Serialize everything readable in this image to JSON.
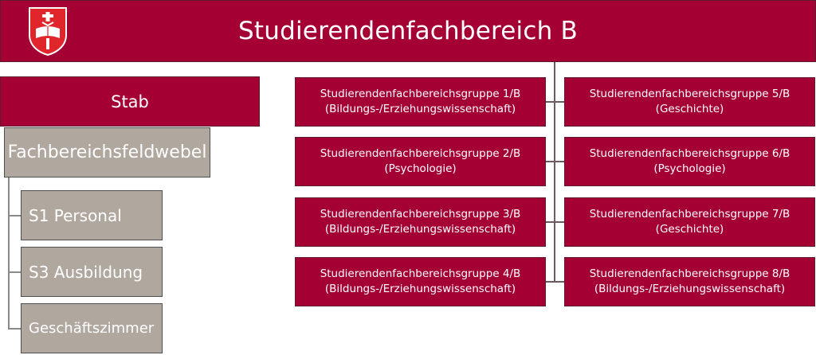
{
  "colors": {
    "crimson": "#a50034",
    "taupe": "#b0a79f",
    "text": "#ffffff"
  },
  "header": {
    "title": "Studierendenfachbereich B",
    "logo_icon": "coat-of-arms-icon"
  },
  "stab": {
    "label": "Stab"
  },
  "staff": {
    "head": "Fachbereichsfeldwebel",
    "sections": [
      "S1 Personal",
      "S3 Ausbildung",
      "Geschäftszimmer"
    ]
  },
  "groups": [
    {
      "name": "Studierendenfachbereichsgruppe 1/B",
      "subject": "(Bildungs-/Erziehungswissenschaft)"
    },
    {
      "name": "Studierendenfachbereichsgruppe 2/B",
      "subject": "(Psychologie)"
    },
    {
      "name": "Studierendenfachbereichsgruppe 3/B",
      "subject": "(Bildungs-/Erziehungswissenschaft)"
    },
    {
      "name": "Studierendenfachbereichsgruppe 4/B",
      "subject": "(Bildungs-/Erziehungswissenschaft)"
    },
    {
      "name": "Studierendenfachbereichsgruppe 5/B",
      "subject": "(Geschichte)"
    },
    {
      "name": "Studierendenfachbereichsgruppe 6/B",
      "subject": "(Psychologie)"
    },
    {
      "name": "Studierendenfachbereichsgruppe 7/B",
      "subject": "(Geschichte)"
    },
    {
      "name": "Studierendenfachbereichsgruppe 8/B",
      "subject": "(Bildungs-/Erziehungswissenschaft)"
    }
  ]
}
